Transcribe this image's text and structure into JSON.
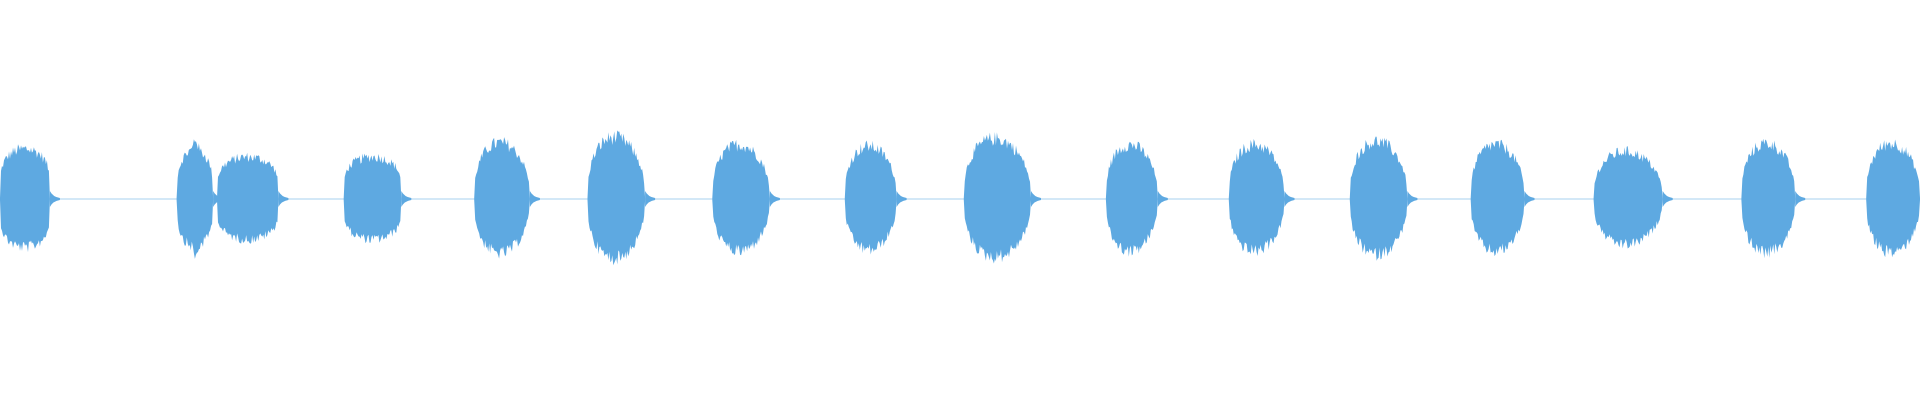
{
  "colors": {
    "background": "#ffffff",
    "waveform": "#5ea9e1"
  },
  "waveform": {
    "bursts": [
      {
        "label": "burst-1",
        "start": 0.0,
        "end": 0.026,
        "peak": 0.74,
        "shape": "flat"
      },
      {
        "label": "burst-2",
        "start": 0.092,
        "end": 0.111,
        "peak": 0.89,
        "shape": "center"
      },
      {
        "label": "burst-3",
        "start": 0.113,
        "end": 0.145,
        "peak": 0.62,
        "shape": "flat"
      },
      {
        "label": "burst-4",
        "start": 0.179,
        "end": 0.209,
        "peak": 0.62,
        "shape": "flat"
      },
      {
        "label": "burst-5",
        "start": 0.247,
        "end": 0.276,
        "peak": 0.83,
        "shape": "round"
      },
      {
        "label": "burst-6",
        "start": 0.306,
        "end": 0.336,
        "peak": 0.91,
        "shape": "round"
      },
      {
        "label": "burst-7",
        "start": 0.371,
        "end": 0.401,
        "peak": 0.8,
        "shape": "round"
      },
      {
        "label": "burst-8",
        "start": 0.44,
        "end": 0.467,
        "peak": 0.78,
        "shape": "round"
      },
      {
        "label": "burst-9",
        "start": 0.502,
        "end": 0.537,
        "peak": 0.89,
        "shape": "round"
      },
      {
        "label": "burst-10",
        "start": 0.576,
        "end": 0.603,
        "peak": 0.8,
        "shape": "round"
      },
      {
        "label": "burst-11",
        "start": 0.64,
        "end": 0.669,
        "peak": 0.8,
        "shape": "round"
      },
      {
        "label": "burst-12",
        "start": 0.703,
        "end": 0.733,
        "peak": 0.85,
        "shape": "round"
      },
      {
        "label": "burst-13",
        "start": 0.766,
        "end": 0.794,
        "peak": 0.8,
        "shape": "round"
      },
      {
        "label": "burst-14",
        "start": 0.83,
        "end": 0.866,
        "peak": 0.7,
        "shape": "round"
      },
      {
        "label": "burst-15",
        "start": 0.907,
        "end": 0.935,
        "peak": 0.82,
        "shape": "round"
      },
      {
        "label": "burst-16",
        "start": 0.972,
        "end": 1.0,
        "peak": 0.82,
        "shape": "round"
      }
    ]
  }
}
